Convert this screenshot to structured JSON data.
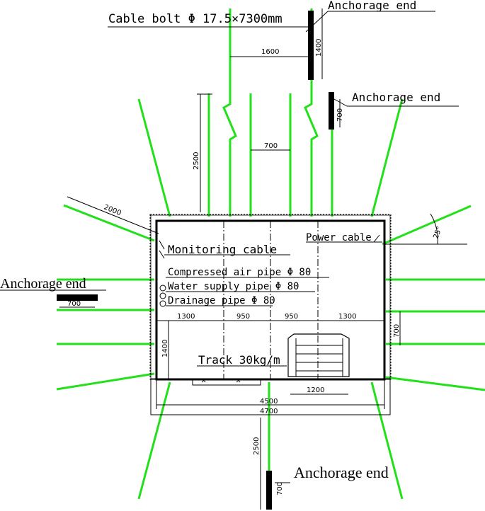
{
  "colors": {
    "bolt": "#22e01a",
    "line": "#000000",
    "background": "#ffffff"
  },
  "labels": {
    "cable_bolt": "Cable bolt Φ 17.5×7300mm",
    "anchorage_end_top": "Anchorage end",
    "anchorage_end_upper_right": "Anchorage end",
    "anchorage_end_left": "Anchorage end",
    "anchorage_end_bottom": "Anchorage end",
    "monitoring_cable": "Monitoring cable",
    "power_cable": "Power cable",
    "compressed_air_pipe": "Compressed air pipe Φ 80",
    "water_supply_pipe": "Water supply pipe Φ 80",
    "drainage_pipe": "Drainage pipe Φ 80",
    "track": "Track 30kg/m"
  },
  "dimensions": {
    "d1600": "1600",
    "d1400_top": "1400",
    "d700_top": "700",
    "d700_spacing": "700",
    "d2500_top": "2500",
    "d2000": "2000",
    "angle": "25°",
    "d700_left": "700",
    "d1300_left": "1300",
    "d950_a": "950",
    "d950_b": "950",
    "d1300_right": "1300",
    "d700_right": "700",
    "d1400_left": "1400",
    "d1200": "1200",
    "d4500": "4500",
    "d4700": "4700",
    "d2500_bottom": "2500",
    "d700_bottom": "700"
  }
}
